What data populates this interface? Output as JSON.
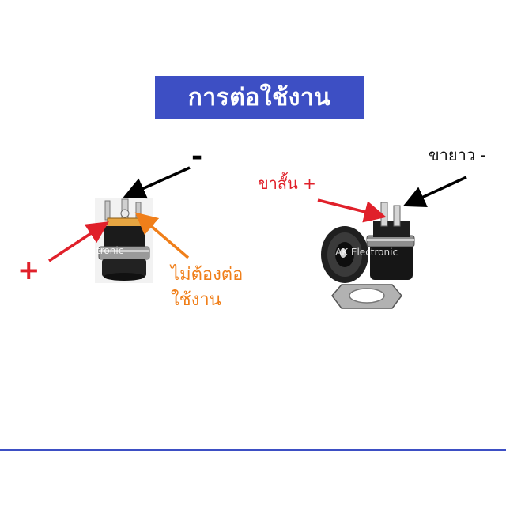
{
  "title": "การต่อใช้งาน",
  "labels": {
    "minus_left": "-",
    "plus_left": "+",
    "long_leg": "ขายาว -",
    "short_leg": "ขาสั้น +",
    "no_connect_line1": "ไม่ต้องต่อ",
    "no_connect_line2": "ใช้งาน"
  },
  "watermarks": {
    "left": "tronic",
    "right": "AK Electronic"
  },
  "colors": {
    "title_bg": "#3d4fc4",
    "red": "#e0202a",
    "orange": "#f07f1a",
    "black": "#000000",
    "divider": "#3d4fc4"
  }
}
